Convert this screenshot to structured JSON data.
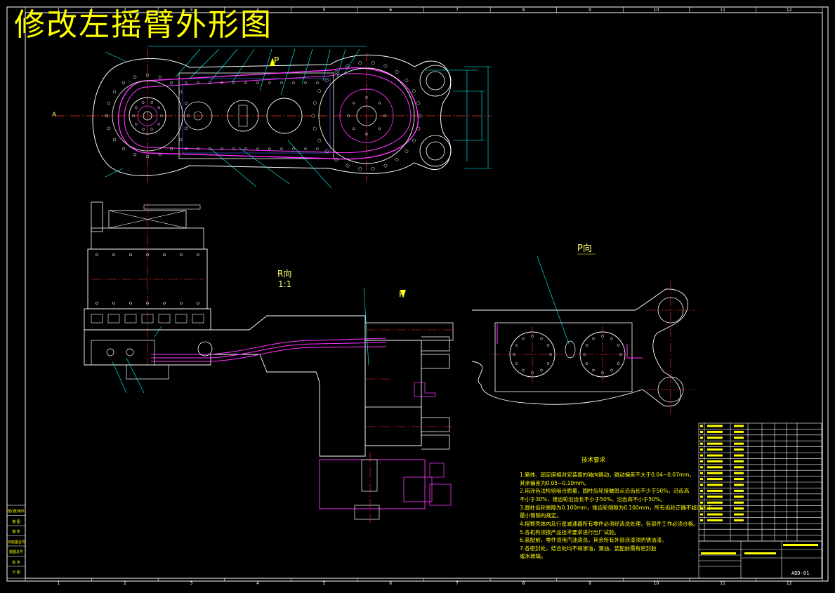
{
  "drawing": {
    "title": "修改左摇臂外形图",
    "view_p_arrow": "P",
    "view_p_label": "P向",
    "view_r_label": "R向",
    "view_r_scale": "1:1",
    "section_mark": "A",
    "tech_notes_title": "技术要求",
    "tech_notes": [
      "1.箱体、固定座相对安装面的轴向跳动，跳动偏差不大于0.04~0.07mm。",
      "  其余偏差为0.05~0.10mm。",
      "2.用涂色法检验啮合质量，圆柱齿轮接触斑点沿齿长不少于50%，沿齿高",
      "  不小于30%，锥齿轮沿齿长不小于50%，沿齿高不小于50%。",
      "3.圆柱齿轮侧隙为0.100mm，锥齿轮侧隙为0.100mm，所有齿轮正确不超过大于",
      "  最小侧隙的规定。",
      "4.摇臂壳体内及行星减速器所有零件必须经清洗处理，各部件工作必须合格。",
      "5.各机构须按产品技术要求进行出厂试验。",
      "6.装配前，零件须用汽油清洗，其余所有外部涂漆须防锈油漆。",
      "7.各密封处，结合处均不得渗油，漏油，装配前需有密封胶",
      "  或水玻璃。"
    ],
    "title_block_code": "ADD-01",
    "frame_top_numbers": [
      "1",
      "2",
      "3",
      "4",
      "5",
      "6",
      "7",
      "8",
      "9",
      "10",
      "11",
      "12"
    ],
    "left_side_labels": [
      "借(通)用件登记",
      "描 图",
      "描 校",
      "旧底图总号",
      "底图总号",
      "签 字",
      "日 期"
    ]
  },
  "colors": {
    "title": "#ffff00",
    "frame": "#ffffff",
    "outline": "#ffffff",
    "chain": "#ff33ff",
    "center_line": "#ff3333",
    "dimension": "#00ffff",
    "leader": "#00ffff",
    "text": "#ffff00",
    "blue": "#4d6dff"
  },
  "bom": {
    "rows": 20
  }
}
